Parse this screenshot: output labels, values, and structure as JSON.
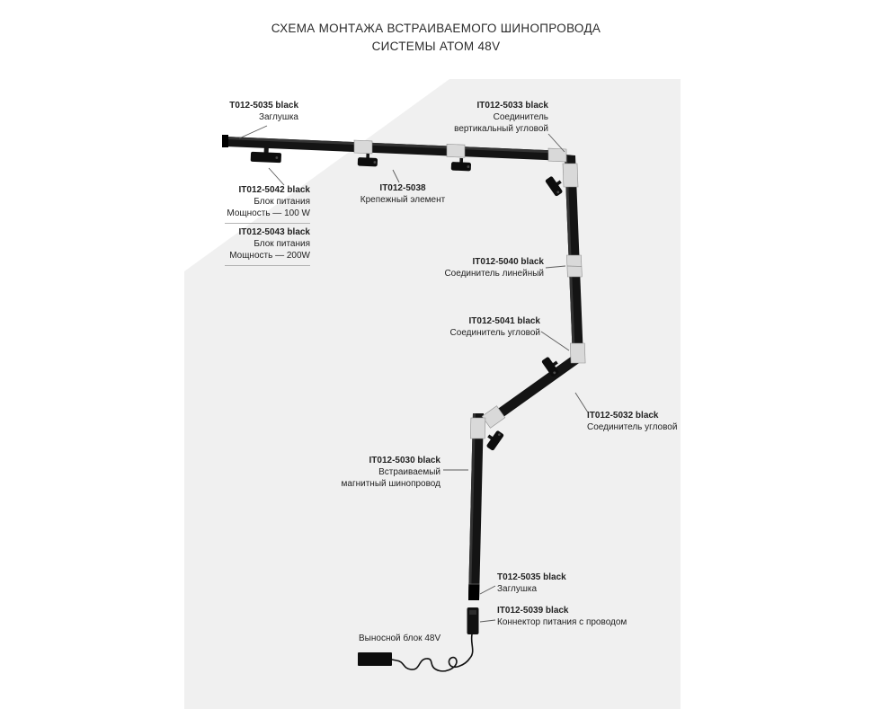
{
  "colors": {
    "page-bg": "#ffffff",
    "wall": "#f0f0f0",
    "track": "#141414",
    "text": "#222222",
    "leader": "#5a5a5a"
  },
  "title": {
    "line1": "СХЕМА МОНТАЖА ВСТРАИВАЕМОГО ШИНОПРОВОДА",
    "line2": "СИСТЕМЫ АТОМ 48V"
  },
  "labels": {
    "endcap_top": {
      "code": "T012-5035 black",
      "desc1": "Заглушка"
    },
    "psu100": {
      "code": "IT012-5042 black",
      "desc1": "Блок питания",
      "desc2": "Мощность — 100 W"
    },
    "psu200": {
      "code": "IT012-5043 black",
      "desc1": "Блок питания",
      "desc2": "Мощность — 200W"
    },
    "clip": {
      "code": "IT012-5038",
      "desc1": "Крепежный элемент"
    },
    "vert_corner": {
      "code": "IT012-5033 black",
      "desc1": "Соединитель",
      "desc2": "вертикальный угловой"
    },
    "linear": {
      "code": "IT012-5040 black",
      "desc1": "Соединитель линейный"
    },
    "corner1": {
      "code": "IT012-5041 black",
      "desc1": "Соединитель угловой"
    },
    "corner2": {
      "code": "IT012-5032 black",
      "desc1": "Соединитель угловой"
    },
    "track5030": {
      "code": "IT012-5030 black",
      "desc1": "Встраиваемый",
      "desc2": "магнитный шинопровод"
    },
    "endcap_bottom": {
      "code": "T012-5035 black",
      "desc1": "Заглушка"
    },
    "power_connector": {
      "code": "IT012-5039 black",
      "desc1": "Коннектор питания с проводом"
    },
    "external_psu": {
      "desc1": "Выносной блок 48V"
    }
  }
}
